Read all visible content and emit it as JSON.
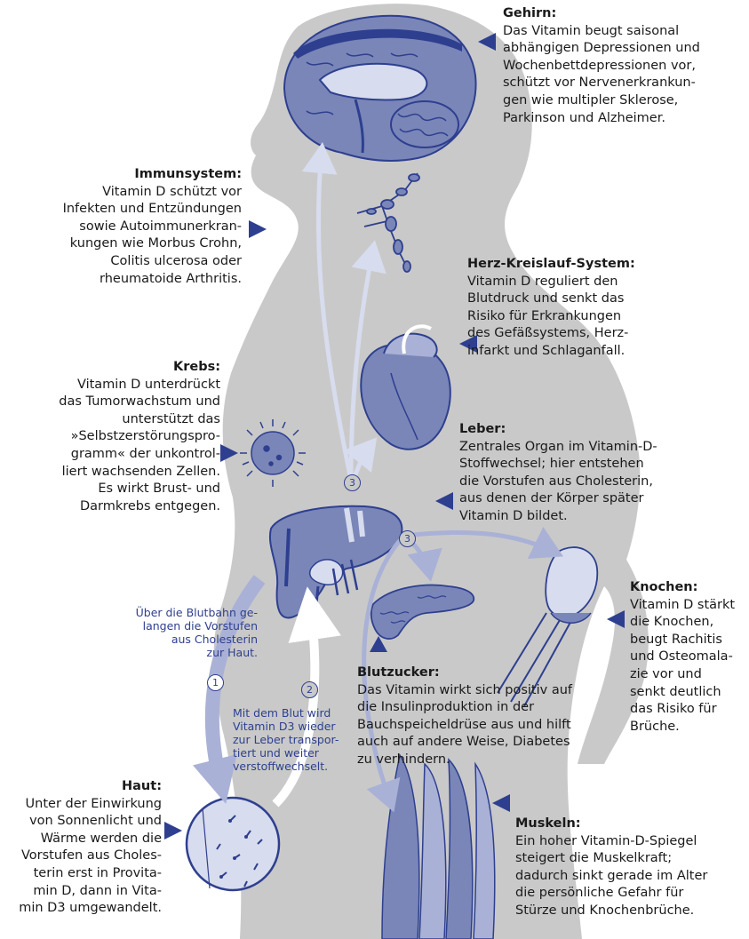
{
  "colors": {
    "page_background": "#ffffff",
    "body_silhouette": "#c9c9c9",
    "organ_fill": "#7a86b8",
    "organ_dark": "#2e3f8f",
    "pointer_triangle": "#2e3f8f",
    "arrow_light": "#d7dcee",
    "arrow_mid": "#a9b1d6",
    "text": "#1a1a1a",
    "step_text": "#2e3f8f"
  },
  "icons": [
    "brain-icon",
    "lymph-node-chain-icon",
    "heart-icon",
    "cancer-cell-icon",
    "liver-icon",
    "pancreas-icon",
    "knee-joint-icon",
    "skin-magnifier-icon",
    "thigh-muscle-icon",
    "pointer-triangle-icon"
  ],
  "annotations": {
    "gehirn": {
      "title": "Gehirn:",
      "lines": [
        "Das Vitamin beugt saisonal",
        "abhängigen Depressionen und",
        "Wochenbettdepressionen vor,",
        "schützt vor Nervenerkrankun-",
        "gen wie multipler Sklerose,",
        "Parkinson und Alzheimer."
      ]
    },
    "immunsystem": {
      "title": "Immunsystem:",
      "lines": [
        "Vitamin D schützt vor",
        "Infekten und Entzündungen",
        "sowie Autoimmunerkran-",
        "kungen wie Morbus Crohn,",
        "Colitis ulcerosa oder",
        "rheumatoide Arthritis."
      ]
    },
    "herz": {
      "title": "Herz-Kreislauf-System:",
      "lines": [
        "Vitamin D reguliert den",
        "Blutdruck und senkt das",
        "Risiko für Erkrankungen",
        "des Gefäßsystems, Herz-",
        "infarkt und Schlaganfall."
      ]
    },
    "krebs": {
      "title": "Krebs:",
      "lines": [
        "Vitamin D unterdrückt",
        "das Tumorwachstum und",
        "unterstützt das",
        "»Selbstzerstörungspro-",
        "gramm« der unkontrol-",
        "liert wachsenden Zellen.",
        "Es wirkt Brust- und",
        "Darmkrebs entgegen."
      ]
    },
    "leber": {
      "title": "Leber:",
      "lines": [
        "Zentrales Organ im Vitamin-D-",
        "Stoffwechsel; hier entstehen",
        "die Vorstufen aus Cholesterin,",
        "aus denen der Körper später",
        "Vitamin D bildet."
      ]
    },
    "knochen": {
      "title": "Knochen:",
      "lines": [
        "Vitamin D stärkt",
        "die Knochen,",
        "beugt Rachitis",
        "und Osteomala-",
        "zie vor und",
        "senkt deutlich",
        "das Risiko für",
        "Brüche."
      ]
    },
    "blutzucker": {
      "title": "Blutzucker:",
      "lines": [
        "Das Vitamin wirkt sich positiv auf",
        "die Insulinproduktion in der",
        "Bauchspeicheldrüse aus und hilft",
        "auch auf andere Weise, Diabetes",
        "zu verhindern."
      ]
    },
    "haut": {
      "title": "Haut:",
      "lines": [
        "Unter der Einwirkung",
        "von Sonnenlicht und",
        "Wärme werden die",
        "Vorstufen aus Choles-",
        "terin erst in Provita-",
        "min D, dann in Vita-",
        "min D3 umgewandelt."
      ]
    },
    "muskeln": {
      "title": "Muskeln:",
      "lines": [
        "Ein hoher Vitamin-D-Spiegel",
        "steigert die Muskelkraft;",
        "dadurch sinkt gerade im Alter",
        "die persönliche Gefahr für",
        "Stürze und Knochenbrüche."
      ]
    }
  },
  "steps": {
    "step1": {
      "number": "1",
      "lines": [
        "Über die Blutbahn ge-",
        "langen die Vorstufen",
        "aus Cholesterin",
        "zur Haut."
      ]
    },
    "step2": {
      "number": "2",
      "lines": [
        "Mit dem Blut wird",
        "Vitamin D3 wieder",
        "zur Leber transpor-",
        "tiert und weiter",
        "verstoffwechselt."
      ]
    },
    "step3_number": "3"
  }
}
